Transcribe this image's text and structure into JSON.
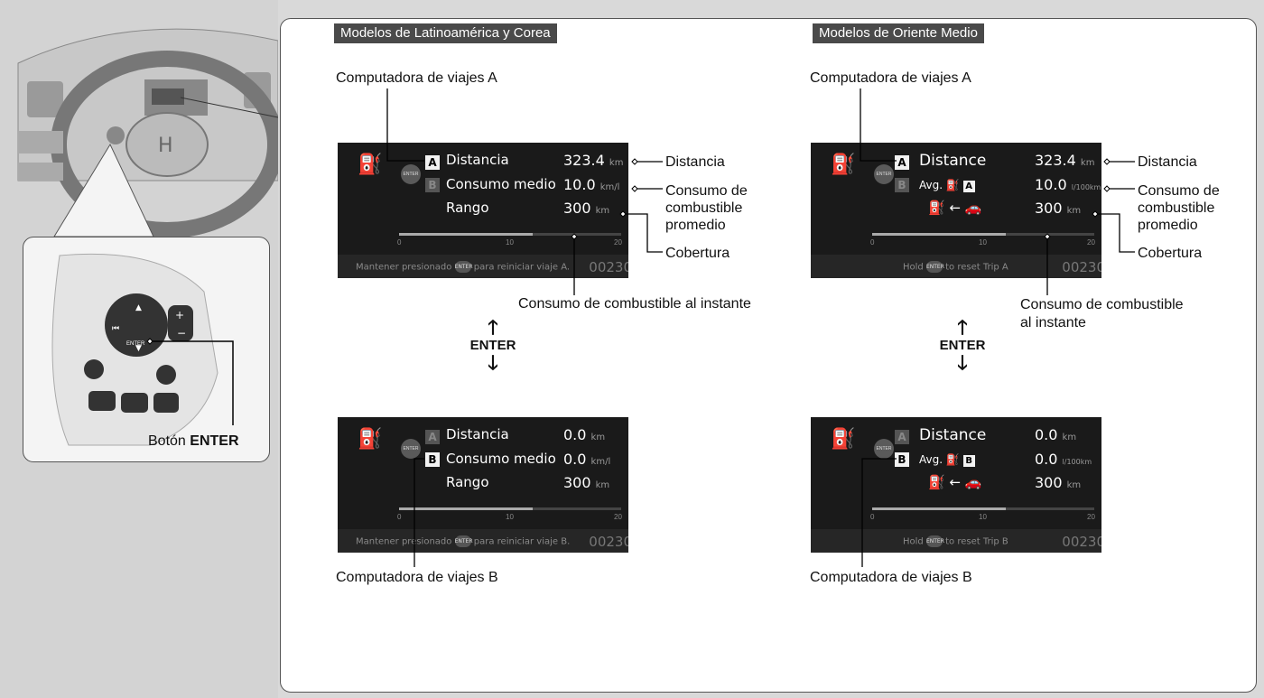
{
  "left": {
    "button_caption": "Botón",
    "button_caption_bold": "ENTER",
    "enter_key": "ENTER"
  },
  "panels": [
    {
      "region_tag": "Modelos de Latinoamérica y Corea",
      "trip_a_title": "Computadora de viajes A",
      "trip_b_title": "Computadora de viajes B",
      "callouts": {
        "distance": "Distancia",
        "consumption_1": "Consumo de",
        "consumption_2": "combustible",
        "consumption_3": "promedio",
        "range": "Cobertura",
        "instant_1": "Consumo de combustible al instante",
        "instant_2": ""
      },
      "enter_label": "ENTER",
      "screen_a": {
        "row1_label": "Distancia",
        "row1_value": "323.4",
        "row1_unit": "km",
        "row2_label": "Consumo medio",
        "row2_value": "10.0",
        "row2_unit": "km/l",
        "row3_label": "Rango",
        "row3_value": "300",
        "row3_unit": "km",
        "footer_pre": "Mantener presionado",
        "footer_post": "para reiniciar viaje A.",
        "odometer": "00230"
      },
      "screen_b": {
        "row1_label": "Distancia",
        "row1_value": "0.0",
        "row1_unit": "km",
        "row2_label": "Consumo medio",
        "row2_value": "0.0",
        "row2_unit": "km/l",
        "row3_label": "Rango",
        "row3_value": "300",
        "row3_unit": "km",
        "footer_pre": "Mantener presionado",
        "footer_post": "para reiniciar viaje B.",
        "odometer": "00230"
      }
    },
    {
      "region_tag": "Modelos de Oriente Medio",
      "trip_a_title": "Computadora de viajes A",
      "trip_b_title": "Computadora de viajes B",
      "callouts": {
        "distance": "Distancia",
        "consumption_1": "Consumo de",
        "consumption_2": "combustible",
        "consumption_3": "promedio",
        "range": "Cobertura",
        "instant_1": "Consumo de combustible",
        "instant_2": "al instante"
      },
      "enter_label": "ENTER",
      "screen_a": {
        "row1_label": "Distance",
        "row1_value": "323.4",
        "row1_unit": "km",
        "row2_label": "Avg.",
        "row2_value": "10.0",
        "row2_unit": "l/100km",
        "row3_label": "",
        "row3_value": "300",
        "row3_unit": "km",
        "footer_pre": "Hold",
        "footer_post": "to reset Trip A",
        "odometer": "00230"
      },
      "screen_b": {
        "row1_label": "Distance",
        "row1_value": "0.0",
        "row1_unit": "km",
        "row2_label": "Avg.",
        "row2_value": "0.0",
        "row2_unit": "l/100km",
        "row3_label": "",
        "row3_value": "300",
        "row3_unit": "km",
        "footer_pre": "Hold",
        "footer_post": "to reset Trip B",
        "odometer": "00230"
      }
    }
  ],
  "gauge": {
    "ticks": [
      "0",
      "10",
      "20"
    ],
    "fill_fraction": 0.6
  },
  "colors": {
    "screen_bg": "#1a1a1a",
    "tag_bg": "#4a4a4a",
    "panel_border": "#555555"
  }
}
